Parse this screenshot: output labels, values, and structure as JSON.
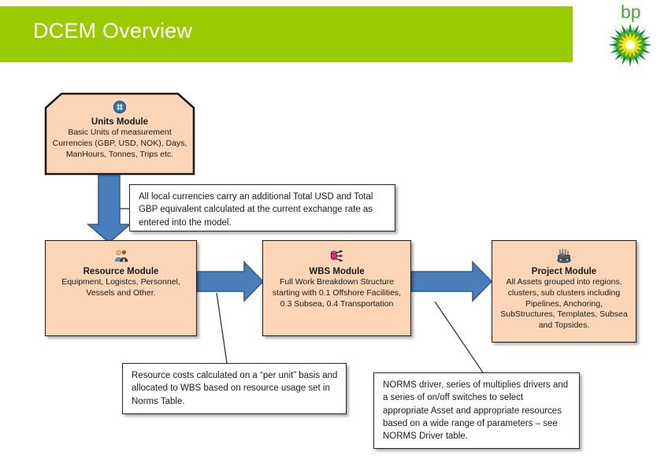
{
  "header": {
    "title": "DCEM Overview",
    "bar_color": "#99cc00",
    "title_color": "#ffffff"
  },
  "logo": {
    "wordmark": "bp",
    "wordmark_color": "#4ea72e",
    "icon_name": "bp-helios-logo",
    "green_dark": "#1e8c3a",
    "green_mid": "#5cb832",
    "yellow": "#ffe600",
    "center": "#ffffff"
  },
  "theme": {
    "module_fill": "#fbd5b5",
    "module_border": "#1a1a1a",
    "arrow_fill": "#4a7ebb",
    "arrow_stroke": "#2e5d8e",
    "note_fill": "#ffffff",
    "note_border": "#262626",
    "connector_line": "#404040"
  },
  "modules": [
    {
      "id": "units",
      "icon": "units-grid-icon",
      "title": "Units Module",
      "body": "Basic Units of measurement Currencies (GBP, USD, NOK), Days, ManHours, Tonnes, Trips etc."
    },
    {
      "id": "resource",
      "icon": "people-resource-icon",
      "title": "Resource Module",
      "body": "Equipment, Logistcs, Personnel, Vessels and Other."
    },
    {
      "id": "wbs",
      "icon": "wbs-network-icon",
      "title": "WBS Module",
      "body": "Full Work Breakdown Structure starting with 0.1 Offshore Facilities, 0.3 Subsea, 0.4 Transportation"
    },
    {
      "id": "project",
      "icon": "offshore-platform-icon",
      "title": "Project Module",
      "body": "All Assets grouped into regions, clusters, sub clusters including Pipelines, Anchoring, SubStructures, Templates, Subsea and Topsides."
    }
  ],
  "notes": [
    {
      "id": "currency",
      "text": "All local currencies carry an additional Total USD and Total GBP equivalent calculated at the current exchange rate as entered into the model."
    },
    {
      "id": "resource_cost",
      "text": "Resource costs calculated on a “per unit” basis and allocated to WBS based on resource usage set in Norms Table."
    },
    {
      "id": "norms_driver",
      "text": "NORMS driver, series of multiplies drivers and a series of on/off switches to select appropriate Asset and appropriate resources based on a wide range of parameters – see NORMS Driver table."
    }
  ],
  "arrows": [
    {
      "id": "units-to-resource",
      "direction": "down"
    },
    {
      "id": "resource-to-wbs",
      "direction": "right"
    },
    {
      "id": "wbs-to-project",
      "direction": "right"
    }
  ]
}
